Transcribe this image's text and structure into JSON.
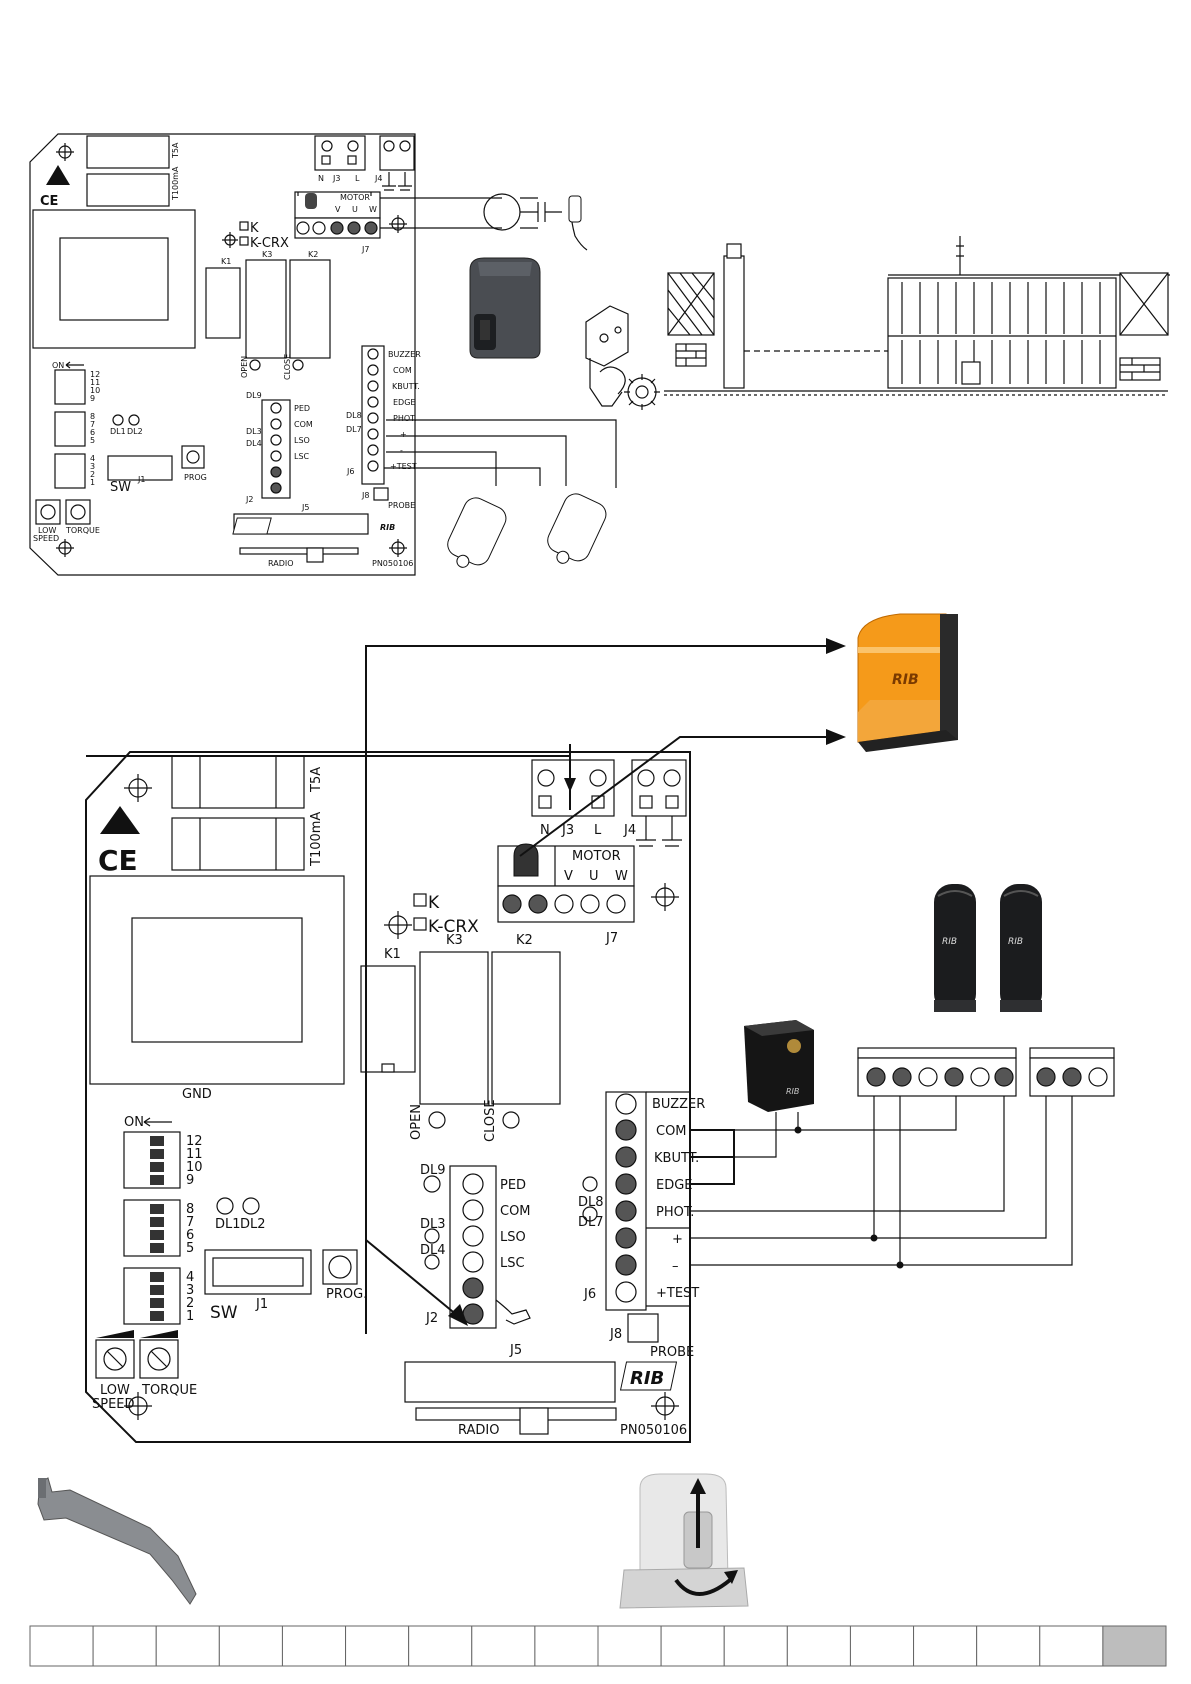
{
  "small_board": {
    "fuse1": "T5A",
    "fuse2": "T100mA",
    "ce": "CE",
    "j3": "J3",
    "j4": "J4",
    "n": "N",
    "l": "L",
    "motor": "MOTOR",
    "v": "V",
    "u": "U",
    "w": "W",
    "j7": "J7",
    "k": "K",
    "kcrx": "K-CRX",
    "k1": "K1",
    "k3": "K3",
    "k2": "K2",
    "open": "OPEN",
    "close": "CLOSE",
    "on": "ON",
    "dip_a": [
      "12",
      "11",
      "10",
      "9"
    ],
    "dip_b": [
      "8",
      "7",
      "6",
      "5"
    ],
    "dip_c": [
      "4",
      "3",
      "2",
      "1"
    ],
    "dl1": "DL1",
    "dl2": "DL2",
    "sw": "SW",
    "j1": "J1",
    "prog": "PROG",
    "dl9": "DL9",
    "dl3": "DL3",
    "dl4": "DL4",
    "dl8": "DL8",
    "dl7": "DL7",
    "j2": "J2",
    "j2_labels": [
      "PED",
      "COM",
      "LSO",
      "LSC"
    ],
    "j6": "J6",
    "j6_labels": [
      "BUZZER",
      "COM",
      "KBUTT.",
      "EDGE",
      "PHOT.",
      "+",
      "-",
      "+TEST"
    ],
    "j5": "J5",
    "j8": "J8",
    "probe": "PROBE",
    "low": "LOW",
    "speed": "SPEED",
    "torque": "TORQUE",
    "radio": "RADIO",
    "code": "PN050106",
    "brand": "RIB"
  },
  "large_board": {
    "fuse1": "T5A",
    "fuse2": "T100mA",
    "ce": "CE",
    "j3": "J3",
    "j4": "J4",
    "n": "N",
    "l": "L",
    "motor": "MOTOR",
    "v": "V",
    "u": "U",
    "w": "W",
    "j7": "J7",
    "k": "K",
    "kcrx": "K-CRX",
    "k1": "K1",
    "k3": "K3",
    "k2": "K2",
    "gnd": "GND",
    "open": "OPEN",
    "close": "CLOSE",
    "on": "ON",
    "dip_a": [
      "12",
      "11",
      "10",
      "9"
    ],
    "dip_b": [
      "8",
      "7",
      "6",
      "5"
    ],
    "dip_c": [
      "4",
      "3",
      "2",
      "1"
    ],
    "dl1": "DL1",
    "dl2": "DL2",
    "sw": "SW",
    "j1": "J1",
    "prog": "PROG.",
    "dl9": "DL9",
    "dl3": "DL3",
    "dl4": "DL4",
    "dl8": "DL8",
    "dl7": "DL7",
    "j2": "J2",
    "j2_labels": [
      "PED",
      "COM",
      "LSO",
      "LSC"
    ],
    "j6": "J6",
    "j6_labels": [
      "BUZZER",
      "COM",
      "KBUTT.",
      "EDGE",
      "PHOT.",
      "+",
      "–",
      "+TEST"
    ],
    "j5": "J5",
    "j8": "J8",
    "probe": "PROBE",
    "low": "LOW",
    "speed": "SPEED",
    "torque": "TORQUE",
    "radio": "RADIO",
    "code": "PN050106",
    "brand": "RIB"
  },
  "lamp": {
    "brand": "RIB"
  },
  "photocells": {
    "brand": "RIB"
  },
  "keyswitch": {
    "brand": "RIB"
  },
  "footer": {
    "cells": 18
  }
}
